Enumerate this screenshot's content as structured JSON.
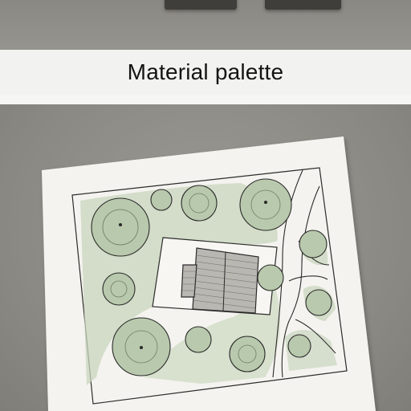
{
  "header": {
    "title": "Material palette"
  },
  "colors": {
    "backdrop": "#8d8b85",
    "paper": "#f4f3ef",
    "foliage": "#c9d6bd",
    "ink": "#2b2b2b",
    "title_bar": "#f2f2f0"
  },
  "illustration": {
    "subject": "hand-drawn site plan sketch",
    "elements": [
      "house-roof",
      "driveway-path",
      "trees",
      "boundary-frame"
    ]
  }
}
